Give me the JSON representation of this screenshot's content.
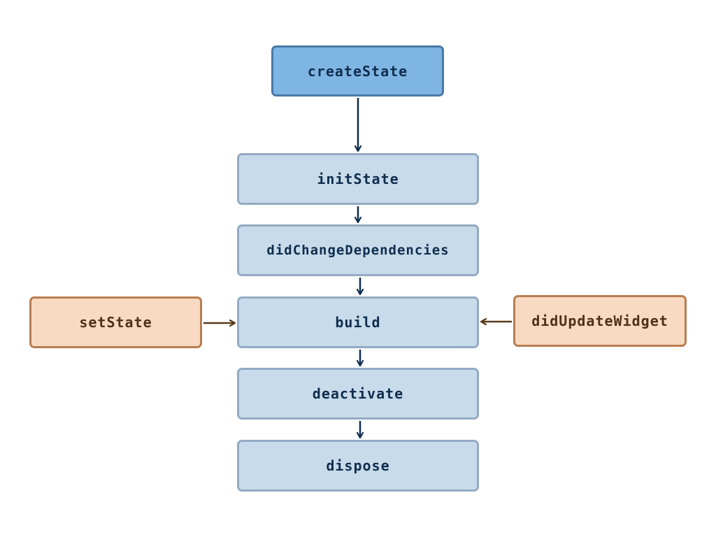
{
  "diagram": {
    "nodes": {
      "create_state": "createState",
      "init_state": "initState",
      "did_change_dependencies": "didChangeDependencies",
      "build": "build",
      "deactivate": "deactivate",
      "dispose": "dispose",
      "set_state": "setState",
      "did_update_widget": "didUpdateWidget"
    },
    "edges": [
      {
        "from": "createState",
        "to": "initState"
      },
      {
        "from": "initState",
        "to": "didChangeDependencies"
      },
      {
        "from": "didChangeDependencies",
        "to": "build"
      },
      {
        "from": "build",
        "to": "deactivate"
      },
      {
        "from": "deactivate",
        "to": "dispose"
      },
      {
        "from": "setState",
        "to": "build"
      },
      {
        "from": "didUpdateWidget",
        "to": "build"
      }
    ],
    "colors": {
      "primary_fill": "#7fb5e3",
      "step_fill": "#c8dbeb",
      "trigger_fill": "#f8d9c2",
      "flow_arrow": "#0f2d4d",
      "trigger_arrow": "#5a3a1e"
    }
  }
}
